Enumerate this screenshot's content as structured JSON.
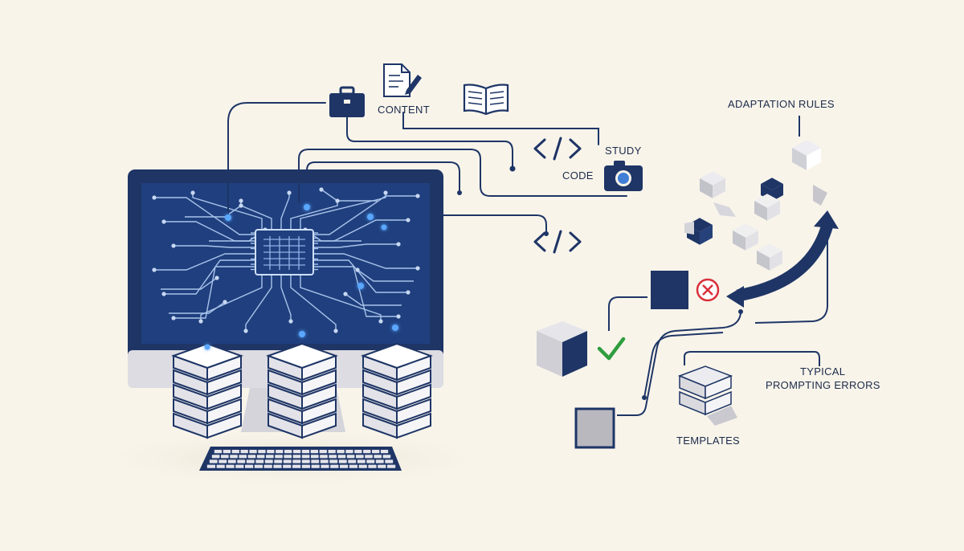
{
  "labels": {
    "content": "CONTENT",
    "study": "STUDY",
    "code": "CODE",
    "adaptation_rules": "ADAPTATION RULES",
    "typical_prompting_errors_line1": "TYPICAL",
    "typical_prompting_errors_line2": "PROMPTING ERRORS",
    "templates": "TEMPLATES"
  },
  "code_glyph": "</>",
  "colors": {
    "background": "#f8f4ea",
    "navy": "#1e3566",
    "screen": "#1f3f7e",
    "circuit": "#a9c3ea",
    "glow": "#5aa7ff",
    "cube_light": "#e9e9ec",
    "cube_mid": "#c9c9cf",
    "success": "#2e9d3e",
    "error": "#d9303a"
  },
  "icons": [
    "briefcase-icon",
    "document-pen-icon",
    "open-book-icon",
    "code-icon",
    "camera-icon",
    "check-icon",
    "error-x-icon",
    "curved-arrow-icon",
    "server-stack-icon",
    "cpu-chip-icon",
    "keyboard-icon"
  ]
}
